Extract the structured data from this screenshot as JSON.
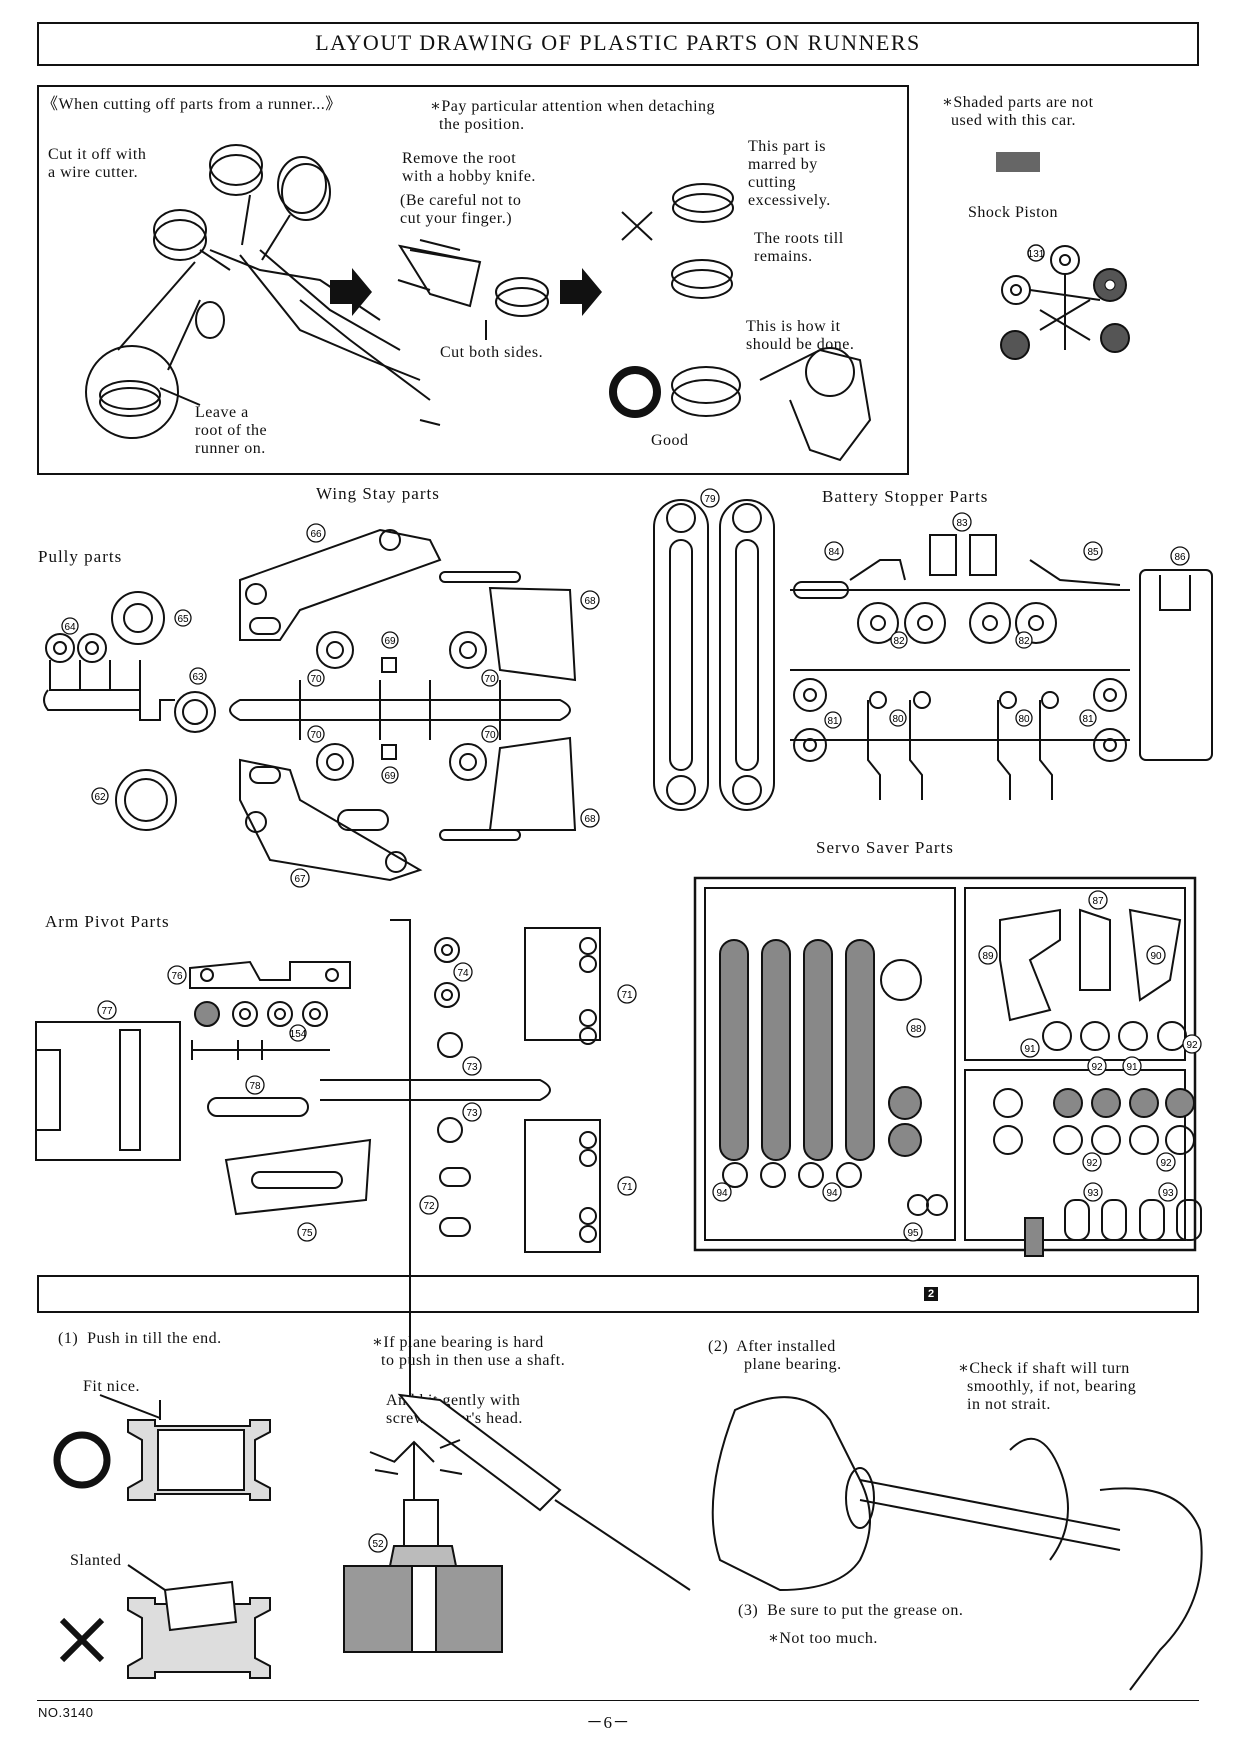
{
  "header": {
    "title": "LAYOUT DRAWING OF PLASTIC PARTS ON RUNNERS"
  },
  "cutting": {
    "heading": "《When cutting off parts from a runner...》",
    "attention": "∗Pay particular attention when detaching\n  the position.",
    "cut_off": "Cut it off with\na wire cutter.",
    "leave_root": "Leave a\nroot of the\nrunner on.",
    "remove_root": "Remove the root\nwith a hobby knife.",
    "careful": "(Be careful not to\ncut your finger.)",
    "cut_both": "Cut both sides.",
    "marred": "This part is\nmarred by\ncutting\nexcessively.",
    "roots_till": "The roots till\nremains.",
    "how_done": "This is how it\nshould be done.",
    "good": "Good"
  },
  "shock": {
    "note": "∗Shaded parts are not\n  used with this car.",
    "label": "Shock Piston"
  },
  "sections": {
    "wing_stay": "Wing Stay parts",
    "pully": "Pully parts",
    "battery_stopper": "Battery Stopper Parts",
    "servo_saver": "Servo Saver Parts",
    "arm_pivot": "Arm Pivot Parts"
  },
  "part_numbers": {
    "p62": "62",
    "p63": "63",
    "p64": "64",
    "p65": "65",
    "p66": "66",
    "p67": "67",
    "p68": "68",
    "p69": "69",
    "p70": "70",
    "p71": "71",
    "p72": "72",
    "p73": "73",
    "p74": "74",
    "p75": "75",
    "p76": "76",
    "p77": "77",
    "p78": "78",
    "p79": "79",
    "p80": "80",
    "p81": "81",
    "p82": "82",
    "p83": "83",
    "p84": "84",
    "p85": "85",
    "p86": "86",
    "p87": "87",
    "p88": "88",
    "p89": "89",
    "p90": "90",
    "p91": "91",
    "p92": "92",
    "p93": "93",
    "p94": "94",
    "p95": "95",
    "p131": "131",
    "p154": "154"
  },
  "step": {
    "number": "2",
    "push_in": "(1)  Push in till the end.",
    "fit_nice": "Fit nice.",
    "slanted": "Slanted",
    "if_hard": "∗If plane bearing is hard\n  to push in then use a shaft.",
    "hit_gently": "And hit gently with\nscrew driver's head.",
    "part_52": "52",
    "after_installed": "(2)  After installed\n        plane bearing.",
    "check_shaft": "∗Check if shaft will turn\n  smoothly, if not, bearing\n  in not strait.",
    "grease": "(3)  Be sure to put the grease on.",
    "not_too_much": "∗Not too much."
  },
  "footer": {
    "doc_number": "NO.3140",
    "page": "－6－"
  }
}
